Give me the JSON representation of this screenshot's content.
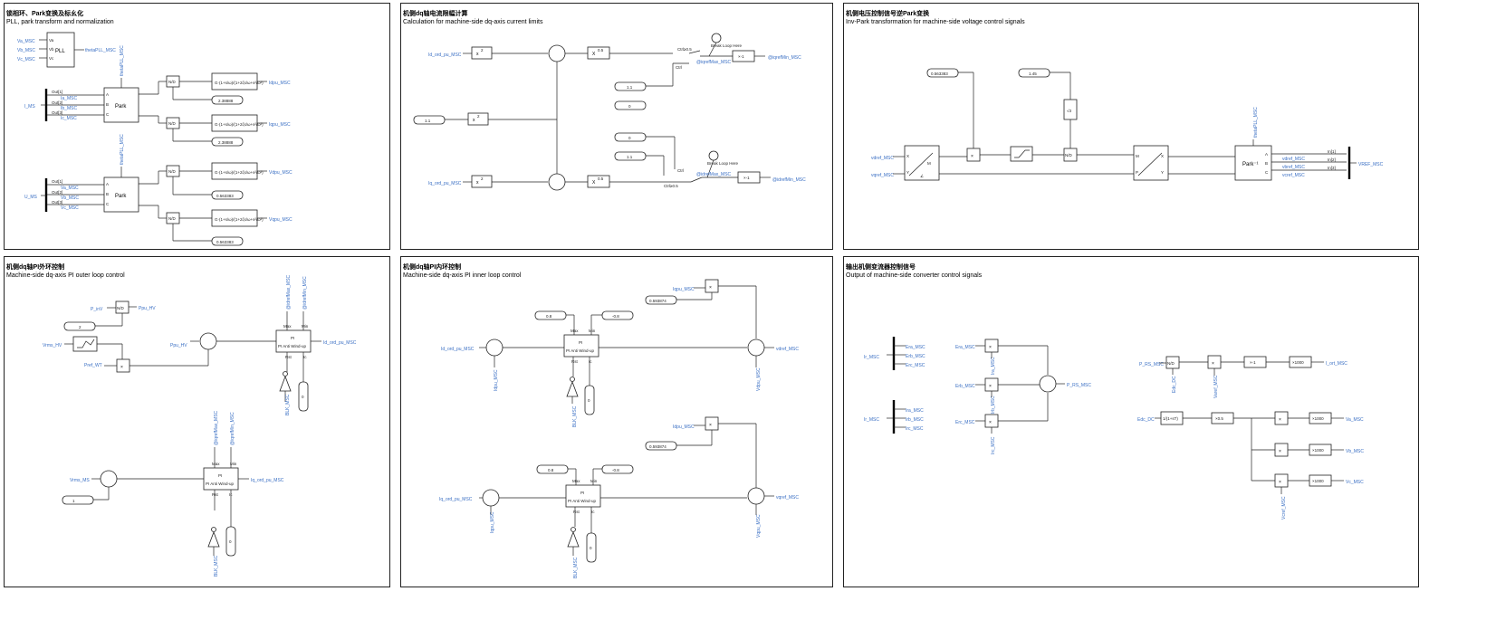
{
  "panels": [
    {
      "title": "锁相环、Park变换及标幺化",
      "subtitle": "PLL, park transform and normalization"
    },
    {
      "title": "机侧dq轴电流限幅计算",
      "subtitle": "Calculation for machine-side dq-axis current limits"
    },
    {
      "title": "机侧电压控制信号逆Park变换",
      "subtitle": "Inv-Park transformation for machine-side voltage control signals"
    },
    {
      "title": "机侧dq轴PI外环控制",
      "subtitle": "Machine-side dq-axis PI outer loop control"
    },
    {
      "title": "机侧dq轴PI内环控制",
      "subtitle": "Machine-side dq-axis PI inner loop control"
    },
    {
      "title": "输出机侧变流器控制信号",
      "subtitle": "Output of machine-side converter control signals"
    }
  ],
  "p1": {
    "pll_inputs": [
      "Va_MSC",
      "Vb_MSC",
      "Vc_MSC"
    ],
    "pll_ports": [
      "Va",
      "Vb",
      "Vc"
    ],
    "pll_label": "PLL",
    "theta_out": "thetaPLL_MSC",
    "theta_in": "thetaPLL_MSC",
    "bus1": "I_MS",
    "bus1_ports": [
      "Out[1]",
      "Out[2]",
      "Out[3]"
    ],
    "bus1_sigs": [
      "Ia_MSC",
      "Ib_MSC",
      "Ic_MSC"
    ],
    "bus2": "U_MS",
    "bus2_ports": [
      "Out[1]",
      "Out[2]",
      "Out[3]"
    ],
    "bus2_sigs": [
      "Va_MSC",
      "Vb_MSC",
      "Vc_MSC"
    ],
    "park": "Park",
    "park_ports": [
      "A",
      "B",
      "C"
    ],
    "div": "N/D",
    "consts": [
      "2.38888",
      "2.38888",
      "0.563383",
      "0.563383"
    ],
    "outs": [
      "Idpu_MSC",
      "Iqpu_MSC",
      "Vdpu_MSC",
      "Vqpu_MSC"
    ]
  },
  "p2": {
    "in_d": "Id_ord_pu_MSC",
    "in_q": "Iq_ord_pu_MSC",
    "const_in": "1.1",
    "pow": "0.5",
    "sqr": "2",
    "sw_top": [
      "1.1",
      "0"
    ],
    "sw_bot": [
      "0",
      "1.1"
    ],
    "ctrl_lbl": "Ctrl",
    "thr_lbl": "Ctrl≥0.5",
    "break": "Break Loop Here",
    "gain": "×-1",
    "ref_top_in": "@iqrefMax_MSC",
    "ref_top_out": "@iqrefMin_MSC",
    "ref_bot_in": "@idrefMax_MSC",
    "ref_bot_out": "@idrefMin_MSC"
  },
  "p3": {
    "c1": "0.563383",
    "c2": "1.45",
    "sqrt3": "√3",
    "in1": "vdref_MSC",
    "in2": "vqref_MSC",
    "theta": "thetaPLL_MSC",
    "park": "Park⁻¹",
    "ports": [
      "A",
      "B",
      "C"
    ],
    "outs": [
      "vdref_MSC",
      "vbref_MSC",
      "vcref_MSC"
    ],
    "bus_ports": [
      "In[1]",
      "In[2]",
      "In[3]"
    ],
    "bus_out": "VREF_MSC"
  },
  "p4": {
    "ac": "Vrms_MS",
    "plim": "P_inV",
    "in": "Vrms_HV",
    "pu": "Ppu_HV",
    "pref": "Pref_WT",
    "sum": "Ppu_HV",
    "const": "2",
    "const1": "1",
    "pi": "PI Anti Wind-up",
    "max": "Max",
    "min": "Min",
    "rst": "Rst",
    "ic": "Ic",
    "out1": "Id_ord_pu_MSC",
    "out2": "Iq_ord_pu_MSC",
    "lim1": [
      "@idrefMax_MSC",
      "@idrefMin_MSC"
    ],
    "lim2": [
      "@iqrefMax_MSC",
      "@iqrefMin_MSC"
    ],
    "blk": "BLK_MSC",
    "zero": "0"
  },
  "p5": {
    "top_const": "0.8",
    "top_min": "-0.8",
    "bot_const": "0.8",
    "bot_min": "-0.8",
    "mul_in1": "Iqpu_MSC",
    "mul_c1": "0.593874",
    "mul_in2": "Idpu_MSC",
    "mul_c2": "0.593874",
    "in_d": "Id_ord_pu_MSC",
    "in_q": "Iq_ord_pu_MSC",
    "fb_d": "Idpu_MSC",
    "fb_q": "Iqpu_MSC",
    "vfb_d": "Vdpu_MSC",
    "vfb_q": "Vqpu_MSC",
    "out_d": "vdref_MSC",
    "out_q": "vqref_MSC",
    "pi": "PI Anti Wind-up",
    "blk": "BLK_MSC",
    "zero": "0"
  },
  "p6": {
    "bus1": "Ir_MSC",
    "bus1_sigs": [
      "Era_MSC",
      "Erb_MSC",
      "Erc_MSC"
    ],
    "bus2": "Ir_MSC",
    "bus2_sigs": [
      "Ira_MSC",
      "Irb_MSC",
      "Irc_MSC"
    ],
    "mul_in": [
      "Era_MSC",
      "Erb_MSC",
      "Erc_MSC"
    ],
    "mul_fb": [
      "Ira_MSC",
      "Irb_MSC",
      "Irc_MSC"
    ],
    "sum_out": "P_RS_MSC",
    "div_in": "P_RS_MSC",
    "div_fb": "Edc_DC",
    "gain1": "×-1",
    "gain2": "×1000",
    "out_i": "I_ort_MSC",
    "edc": "Edc_DC",
    "tf": "1/(1+sT)",
    "half": "×0.5",
    "mul_fb2": [
      "Varef_MSC",
      "Vbref_MSC",
      "Vcref_MSC"
    ],
    "outs": [
      "Va_MSC",
      "Vb_MSC",
      "Vc_MSC"
    ]
  }
}
